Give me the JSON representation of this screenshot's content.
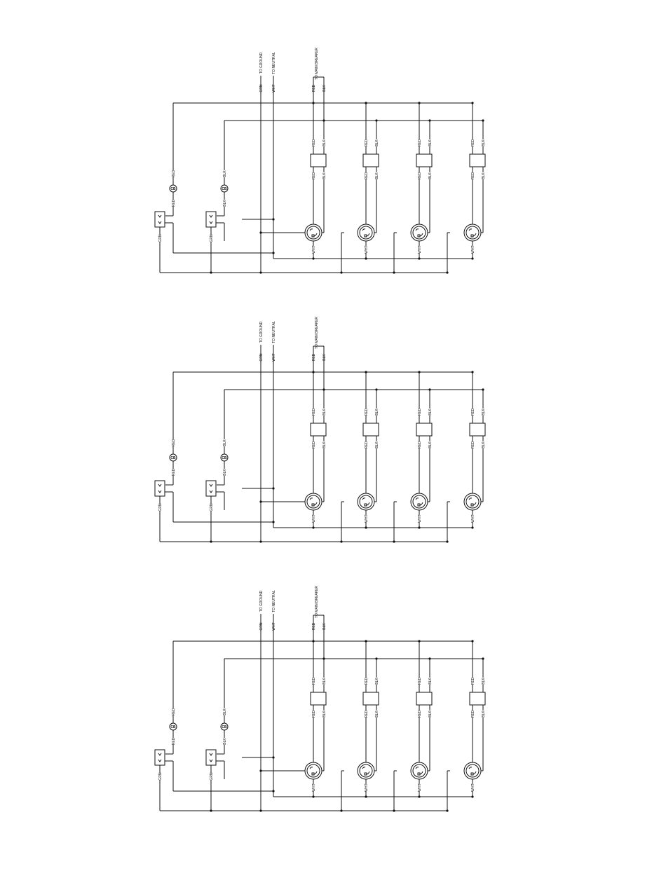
{
  "page": {
    "background": "#ffffff",
    "ink": "#111111"
  },
  "labels": {
    "to_ground": "TO GROUND",
    "to_neutral": "TO NEUTRAL",
    "to_main_breaker_1": "TO MAIN BREAKER",
    "to_main_breaker_2": "TO MAIN BREAKER",
    "to_main_breaker_3": "TO MAIN BREAKER"
  },
  "wire_colors": {
    "red": "RED",
    "black": "BLK",
    "white": "WHT",
    "green": "GRN"
  },
  "breaker_label": "CB",
  "diagrams": [
    {
      "name": "diagram-1",
      "receptacle_count": 4,
      "duplex_outlet_count": 2
    },
    {
      "name": "diagram-2",
      "receptacle_count": 4,
      "duplex_outlet_count": 2
    },
    {
      "name": "diagram-3",
      "receptacle_count": 4,
      "duplex_outlet_count": 2
    }
  ]
}
